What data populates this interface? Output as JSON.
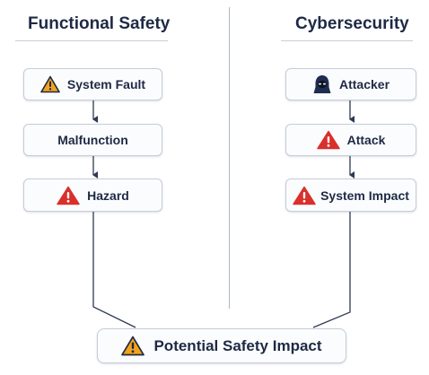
{
  "left_column": {
    "heading": "Functional Safety",
    "nodes": [
      {
        "label": "System Fault",
        "icon": "warning-icon-orange"
      },
      {
        "label": "Malfunction",
        "icon": ""
      },
      {
        "label": "Hazard",
        "icon": "warning-icon-red"
      }
    ]
  },
  "right_column": {
    "heading": "Cybersecurity",
    "nodes": [
      {
        "label": "Attacker",
        "icon": "hooded-attacker-icon"
      },
      {
        "label": "Attack",
        "icon": "warning-icon-red"
      },
      {
        "label": "System Impact",
        "icon": "warning-icon-red"
      }
    ]
  },
  "outcome": {
    "label": "Potential Safety Impact",
    "icon": "warning-icon-orange"
  },
  "colors": {
    "heading": "#1e2a44",
    "arrow": "#2d3a55",
    "warning_orange": "#f2a31b",
    "warning_red": "#d9302b",
    "attacker_navy": "#1f2d52"
  }
}
